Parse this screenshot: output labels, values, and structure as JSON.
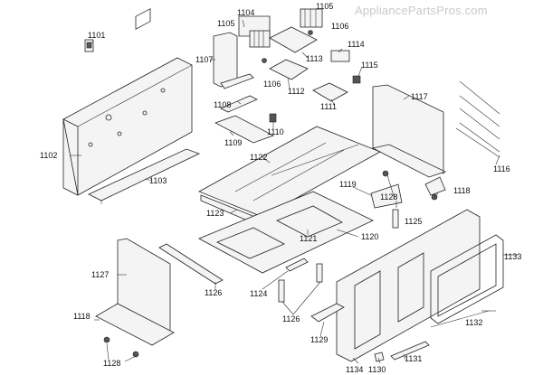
{
  "watermark": "AppliancePartsPros.com",
  "labels": [
    "1101",
    "1102",
    "1103",
    "1104",
    "1105",
    "1105",
    "1106",
    "1106",
    "1107",
    "1108",
    "1109",
    "1110",
    "1111",
    "1112",
    "1113",
    "1114",
    "1115",
    "1116",
    "1117",
    "1118",
    "1118",
    "1119",
    "1120",
    "1121",
    "1122",
    "1123",
    "1124",
    "1125",
    "1126",
    "1126",
    "1127",
    "1128",
    "1128",
    "1129",
    "1130",
    "1131",
    "1132",
    "1133",
    "1134"
  ]
}
